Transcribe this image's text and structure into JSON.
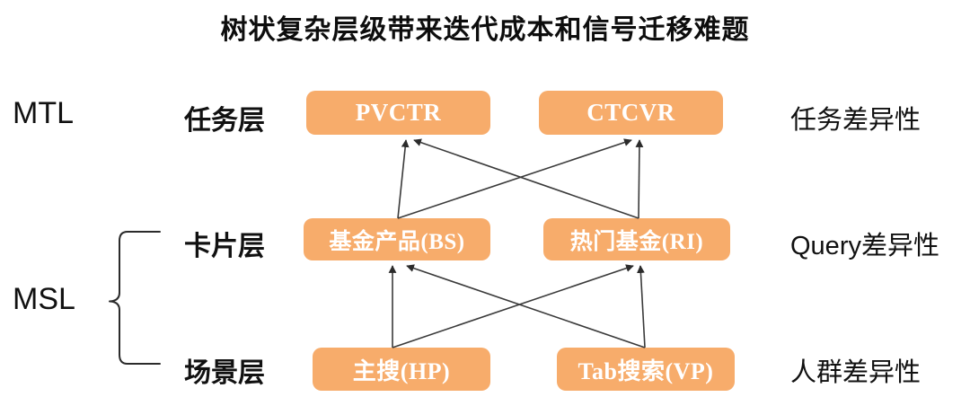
{
  "title": "树状复杂层级带来迭代成本和信号迁移难题",
  "colors": {
    "node_fill": "#f7ac6b",
    "node_text": "#ffffff",
    "text": "#111111",
    "arrow": "#3a3a3a",
    "background": "#ffffff"
  },
  "groups": [
    {
      "id": "mtl",
      "label": "MTL"
    },
    {
      "id": "msl",
      "label": "MSL"
    }
  ],
  "layers": [
    {
      "id": "task",
      "label": "任务层"
    },
    {
      "id": "card",
      "label": "卡片层"
    },
    {
      "id": "scene",
      "label": "场景层"
    }
  ],
  "side_labels": [
    {
      "id": "task",
      "label": "任务差异性"
    },
    {
      "id": "query",
      "label": "Query差异性"
    },
    {
      "id": "crowd",
      "label": "人群差异性"
    }
  ],
  "nodes": {
    "task_layer": [
      {
        "id": "pvctr",
        "label": "PVCTR"
      },
      {
        "id": "ctcvr",
        "label": "CTCVR"
      }
    ],
    "card_layer": [
      {
        "id": "bs",
        "label": "基金产品(BS)"
      },
      {
        "id": "ri",
        "label": "热门基金(RI)"
      }
    ],
    "scene_layer": [
      {
        "id": "hp",
        "label": "主搜(HP)"
      },
      {
        "id": "vp",
        "label": "Tab搜索(VP)"
      }
    ]
  },
  "edges": [
    {
      "from": "bs",
      "to": "pvctr"
    },
    {
      "from": "bs",
      "to": "ctcvr"
    },
    {
      "from": "ri",
      "to": "pvctr"
    },
    {
      "from": "ri",
      "to": "ctcvr"
    },
    {
      "from": "hp",
      "to": "bs"
    },
    {
      "from": "hp",
      "to": "ri"
    },
    {
      "from": "vp",
      "to": "bs"
    },
    {
      "from": "vp",
      "to": "ri"
    }
  ],
  "brace": {
    "group": "MSL",
    "spans": [
      "卡片层",
      "场景层"
    ]
  }
}
